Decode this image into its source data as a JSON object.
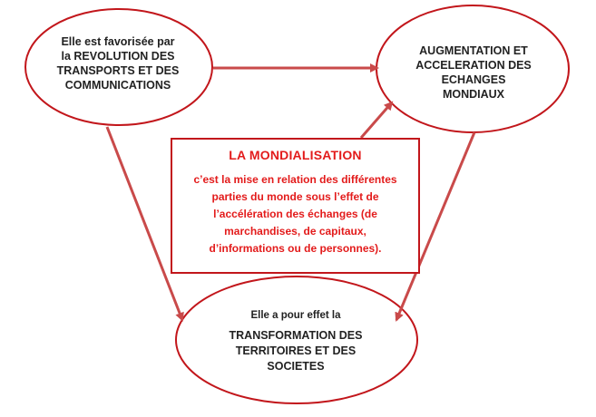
{
  "colors": {
    "accent_red": "#e31b1b",
    "border_red": "#c2161b",
    "arrow_red": "#c94a4a",
    "text_dark": "#222222"
  },
  "nodes": {
    "top_left": {
      "lines": [
        "Elle est favorisée par",
        "la REVOLUTION DES",
        "TRANSPORTS ET DES",
        "COMMUNICATIONS"
      ]
    },
    "top_right": {
      "lines": [
        "AUGMENTATION ET",
        "ACCELERATION DES",
        "ECHANGES",
        "MONDIAUX"
      ]
    },
    "bottom": {
      "intro": "Elle a pour effet la",
      "lines": [
        "TRANSFORMATION DES",
        "TERRITOIRES ET DES",
        "SOCIETES"
      ]
    }
  },
  "center": {
    "title": "LA MONDIALISATION",
    "definition_lines": [
      "c’est la mise en relation des différentes",
      "parties du monde sous l’effet de",
      "l’accélération des échanges (de",
      "marchandises, de capitaux,",
      "d’informations ou de personnes)."
    ]
  }
}
